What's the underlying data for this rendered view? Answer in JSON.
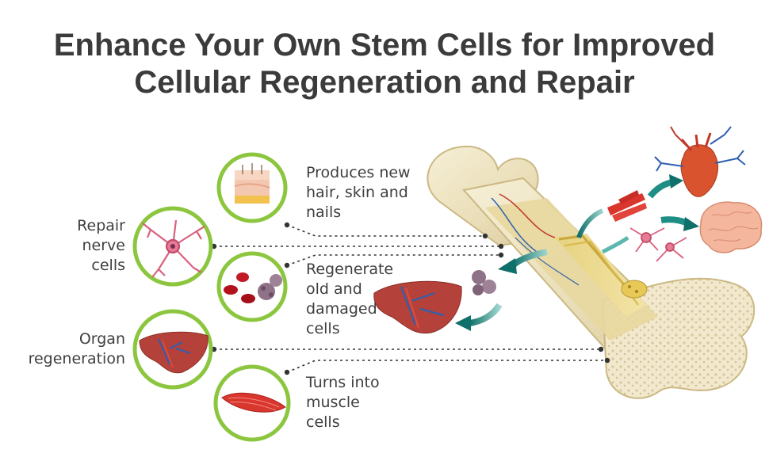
{
  "title": {
    "line1": "Enhance Your Own Stem Cells for Improved",
    "line2": "Cellular Regeneration and Repair"
  },
  "benefits": {
    "hair_skin_nails": [
      "Produces new",
      "hair, skin and",
      "nails"
    ],
    "nerve_cells": [
      "Repair",
      "nerve",
      "cells"
    ],
    "old_damaged_cells": [
      "Regenerate",
      "old and",
      "damaged",
      "cells"
    ],
    "organ_regeneration": [
      "Organ",
      "regeneration"
    ],
    "muscle_cells": [
      "Turns into",
      "muscle",
      "cells"
    ]
  },
  "colors": {
    "title_text": "#3b3b3b",
    "label_text": "#3f3f3f",
    "circle_ring": "#8cc63f",
    "connector": "#333333",
    "arrow_teal": "#1f8f86",
    "bone": "#efe6c8",
    "marrow": "#e0c878"
  },
  "icons": [
    "skin-layers-icon",
    "nerve-cell-icon",
    "blood-cells-icon",
    "liver-icon",
    "muscle-fiber-icon",
    "bone-icon",
    "heart-icon",
    "brain-icon",
    "stem-cell-icon"
  ]
}
